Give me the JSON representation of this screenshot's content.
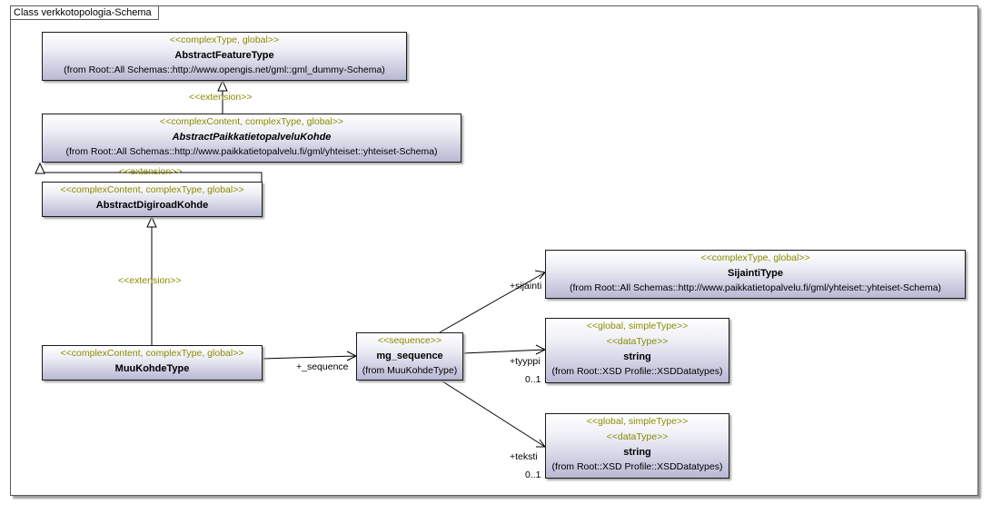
{
  "frame": {
    "title": "Class verkkotopologia-Schema"
  },
  "classes": {
    "abstract_feature_type": {
      "stereotype": "<<complexType, global>>",
      "name": "AbstractFeatureType",
      "from": "(from Root::All Schemas::http://www.opengis.net/gml::gml_dummy-Schema)"
    },
    "abstract_paikkatieto": {
      "stereotype": "<<complexContent, complexType, global>>",
      "name": "AbstractPaikkatietopalveluKohde",
      "from": "(from Root::All Schemas::http://www.paikkatietopalvelu.fi/gml/yhteiset::yhteiset-Schema)"
    },
    "abstract_digiroad": {
      "stereotype": "<<complexContent, complexType, global>>",
      "name": "AbstractDigiroadKohde"
    },
    "muu_kohde_type": {
      "stereotype": "<<complexContent, complexType, global>>",
      "name": "MuuKohdeType"
    },
    "mg_sequence": {
      "stereotype": "<<sequence>>",
      "name": "mg_sequence",
      "from": "(from MuuKohdeType)"
    },
    "sijainti_type": {
      "stereotype": "<<complexType, global>>",
      "name": "SijaintiType",
      "from": "(from Root::All Schemas::http://www.paikkatietopalvelu.fi/gml/yhteiset::yhteiset-Schema)"
    },
    "string_1": {
      "stereotype1": "<<global, simpleType>>",
      "stereotype2": "<<dataType>>",
      "name": "string",
      "from": "(from Root::XSD Profile::XSDDatatypes)"
    },
    "string_2": {
      "stereotype1": "<<global, simpleType>>",
      "stereotype2": "<<dataType>>",
      "name": "string",
      "from": "(from Root::XSD Profile::XSDDatatypes)"
    }
  },
  "relations": {
    "extension_label": "<<extension>>",
    "sequence_role": "+_sequence",
    "sijainti_role": "+sijainti",
    "tyyppi_role": "+tyyppi",
    "tyyppi_mult": "0..1",
    "teksti_role": "+teksti",
    "teksti_mult": "0..1"
  },
  "colors": {
    "stereotype_text": "#8a8a00",
    "box_gradient_top": "#ffffff",
    "box_gradient_bottom": "#b8b8d4",
    "line": "#000000"
  }
}
